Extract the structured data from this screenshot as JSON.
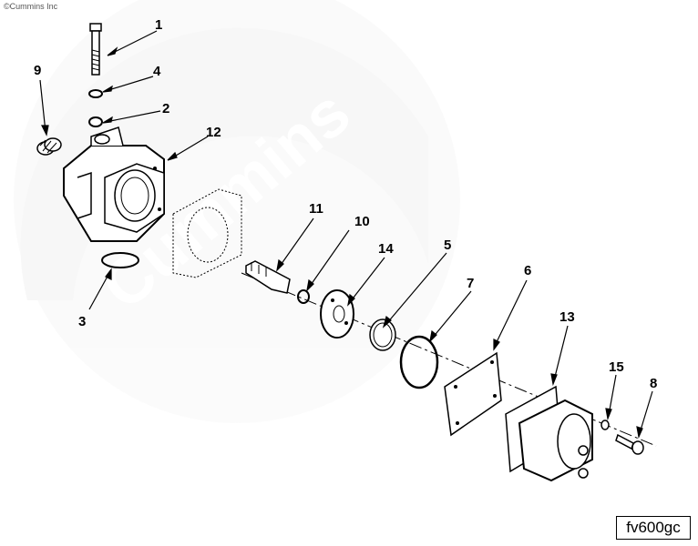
{
  "copyright": "©Cummins Inc",
  "watermark": "Cummins",
  "figure_id": "fv600gc",
  "callouts": {
    "c1": "1",
    "c2": "2",
    "c3": "3",
    "c4": "4",
    "c5": "5",
    "c6": "6",
    "c7": "7",
    "c8": "8",
    "c9": "9",
    "c10": "10",
    "c11": "11",
    "c12": "12",
    "c13": "13",
    "c14": "14",
    "c15": "15"
  }
}
